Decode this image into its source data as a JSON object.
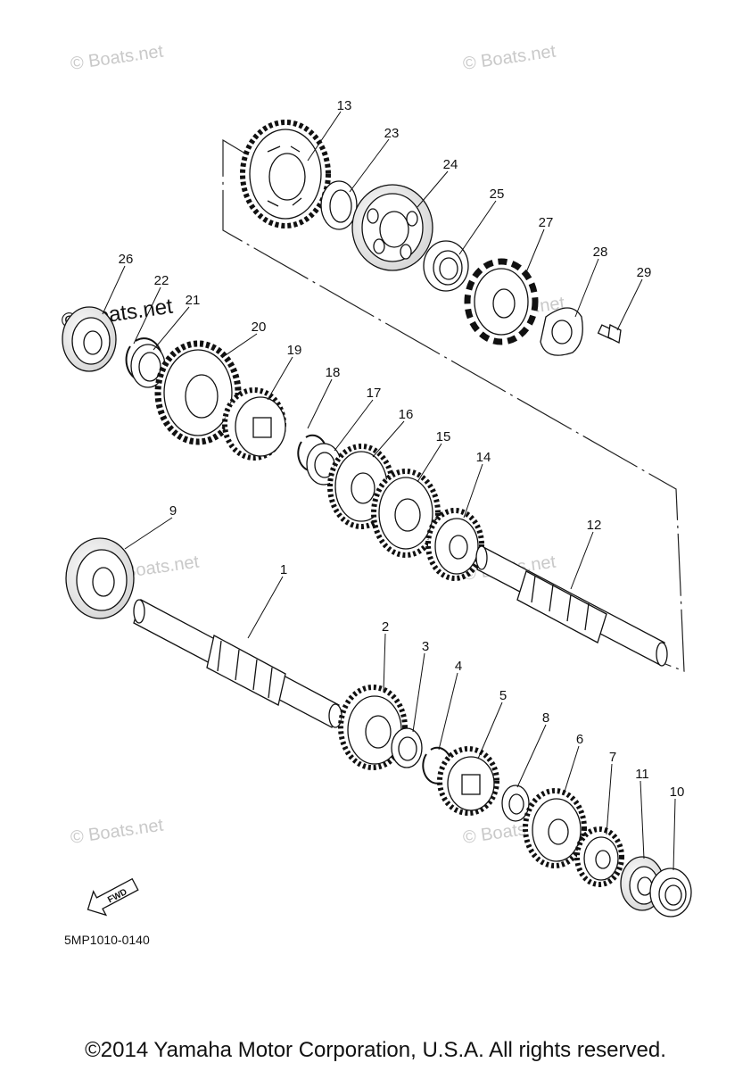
{
  "watermarks": {
    "top_left": "© Boats.net",
    "top_right": "© Boats.net",
    "mid_left_bold": "© Boats.net",
    "mid_center": "© Boats.net",
    "lower_center": "© Boats.net",
    "lower_right": "© Boats.net",
    "bottom_left": "© Boats.net",
    "bottom_right": "© Boats.net"
  },
  "callouts": [
    "1",
    "2",
    "3",
    "4",
    "5",
    "6",
    "7",
    "8",
    "9",
    "10",
    "11",
    "12",
    "13",
    "14",
    "15",
    "16",
    "17",
    "18",
    "19",
    "20",
    "21",
    "22",
    "23",
    "24",
    "25",
    "26",
    "27",
    "28",
    "29"
  ],
  "fwd_label": "FWD",
  "diagram_code": "5MP1010-0140",
  "copyright": "©2014 Yamaha Motor Corporation, U.S.A. All rights reserved."
}
